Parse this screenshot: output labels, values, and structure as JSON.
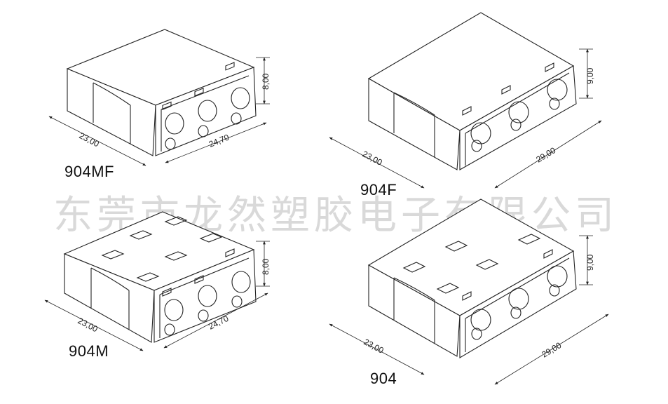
{
  "watermark": "东莞市龙然塑胶电子有限公司",
  "parts": [
    {
      "label": "904MF",
      "dims": {
        "depth": "23,00",
        "width": "24,70",
        "height": "8,00"
      }
    },
    {
      "label": "904F",
      "dims": {
        "depth": "23,00",
        "width": "29,00",
        "height": "9,00"
      }
    },
    {
      "label": "904M",
      "dims": {
        "depth": "23,00",
        "width": "24,70",
        "height": "8,00"
      }
    },
    {
      "label": "904",
      "dims": {
        "depth": "23,00",
        "width": "29,00",
        "height": "9,00"
      }
    }
  ]
}
